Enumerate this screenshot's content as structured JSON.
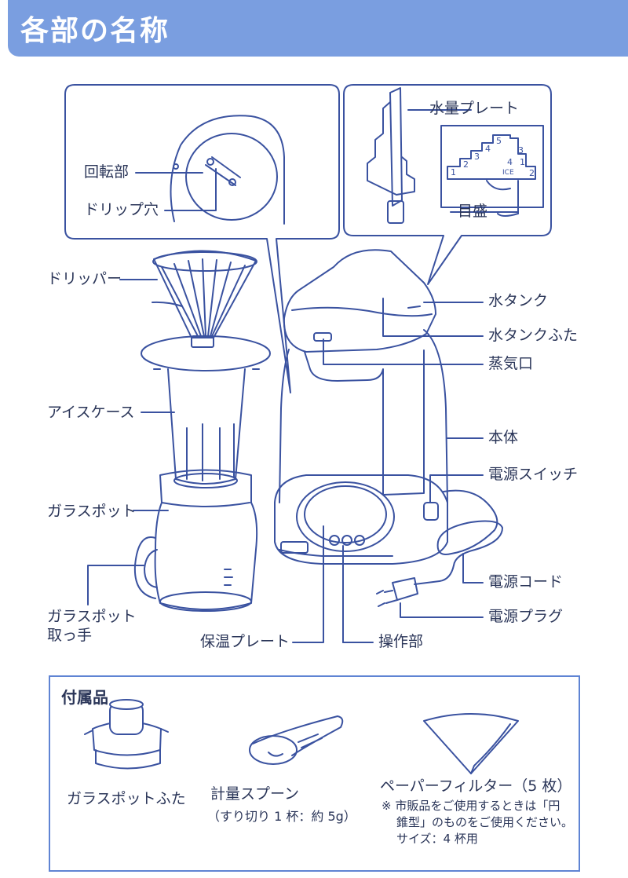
{
  "header": {
    "title": "各部の名称"
  },
  "colors": {
    "accent": "#7a9ee0",
    "line": "#3a52a0",
    "text": "#2a3558"
  },
  "labels": {
    "kaitenbu": "回転部",
    "drip_ana": "ドリップ穴",
    "suiryo_plate": "水量プレート",
    "memori": "目盛",
    "dripper": "ドリッパー",
    "mizu_tank": "水タンク",
    "mizu_tank_futa": "水タンクふた",
    "jouki_guchi": "蒸気口",
    "ice_case": "アイスケース",
    "hontai": "本体",
    "dengen_switch": "電源スイッチ",
    "glass_pot": "ガラスポット",
    "dengen_cord": "電源コード",
    "glass_pot_totte_1": "ガラスポット",
    "glass_pot_totte_2": "取っ手",
    "dengen_plug": "電源プラグ",
    "hoon_plate": "保温プレート",
    "sousabu": "操作部"
  },
  "plate_marks": [
    "1",
    "2",
    "3",
    "4",
    "5",
    "1",
    "2",
    "3",
    "4",
    "ICE"
  ],
  "accessories": {
    "title": "付属品",
    "items": [
      {
        "name": "ガラスポットふた"
      },
      {
        "name": "計量スプーン",
        "sub": "（すり切り 1 杯：約 5g）"
      },
      {
        "name": "ペーパーフィルター（5 枚）"
      }
    ],
    "note_line1": "※ 市販品をご使用するときは「円",
    "note_line2": "錐型」のものをご使用ください。",
    "note_line3": "サイズ：4 杯用"
  }
}
